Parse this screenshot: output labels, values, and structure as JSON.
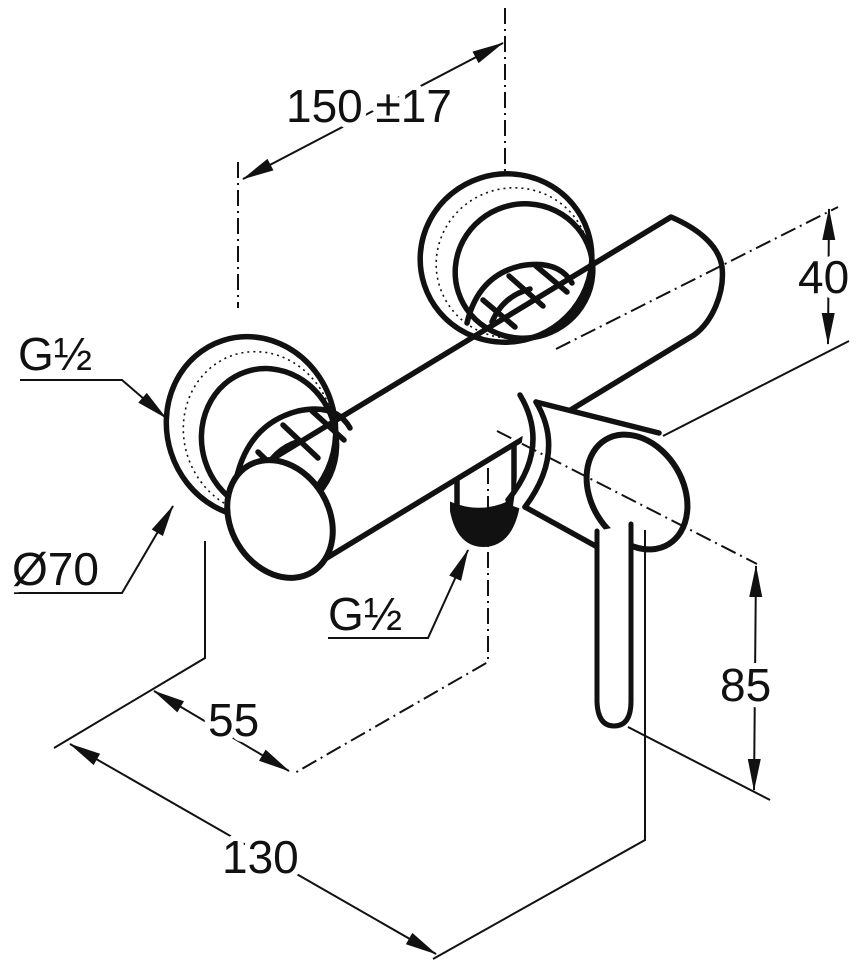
{
  "drawing": {
    "type": "technical-dimension-drawing",
    "subject": "wall-mounted single-lever shower mixer",
    "labels": {
      "thread_top": "G½",
      "thread_bottom": "G½",
      "diameter": "Ø70"
    },
    "dimensions": {
      "connection_distance": "150 ±17",
      "body_offset": "40",
      "lever_drop": "85",
      "outlet_depth": "55",
      "total_depth": "130"
    },
    "colors": {
      "line": "#111111",
      "background": "#ffffff"
    }
  }
}
